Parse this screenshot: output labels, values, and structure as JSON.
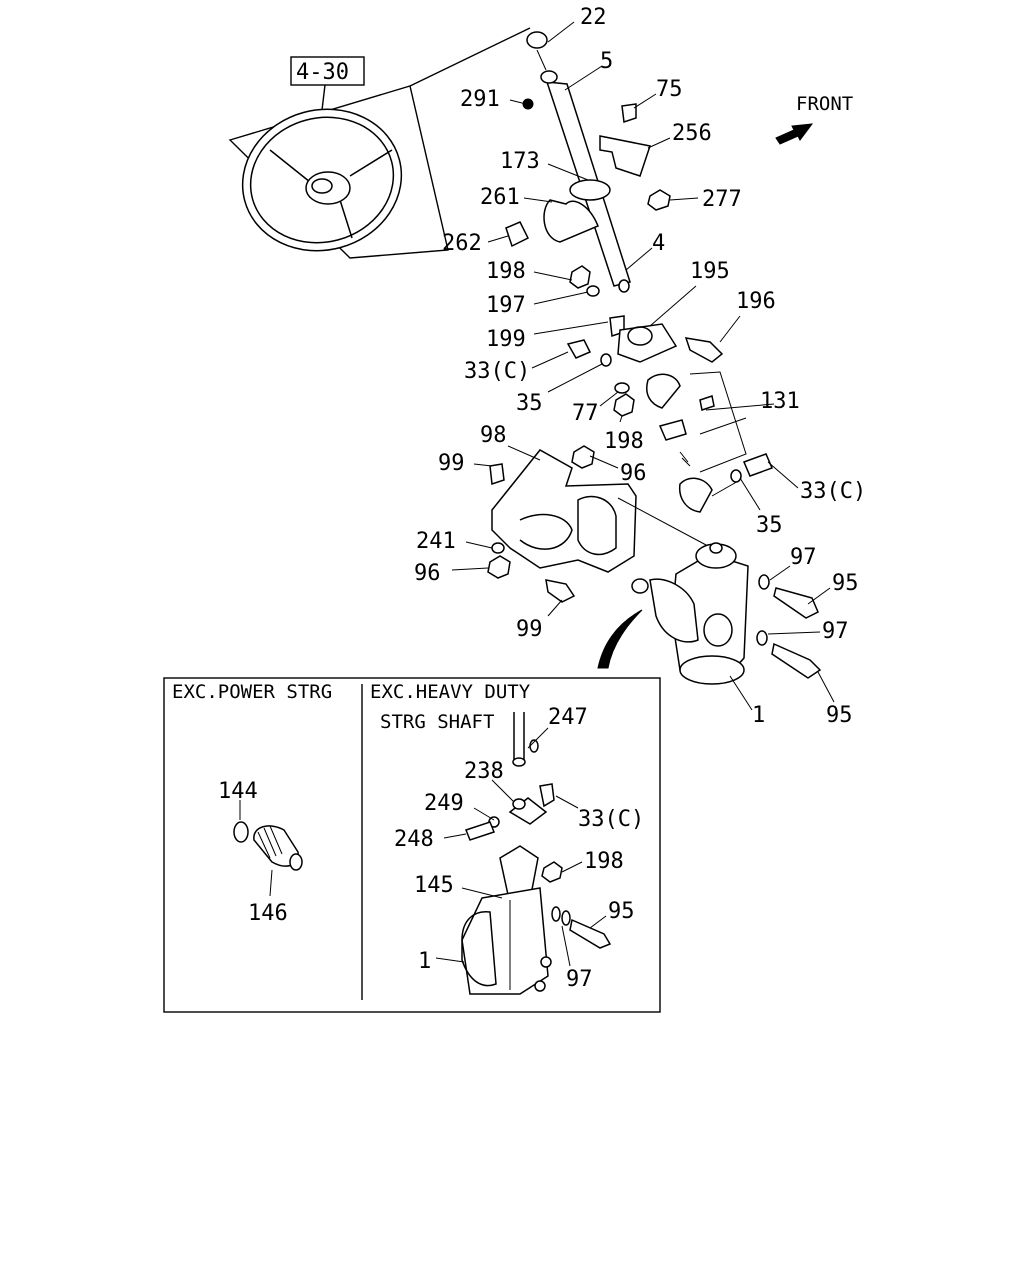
{
  "diagram": {
    "ref_box": "4-30",
    "front_label": "FRONT",
    "callouts": {
      "c22": "22",
      "c5": "5",
      "c291": "291",
      "c75": "75",
      "c256": "256",
      "c173": "173",
      "c261": "261",
      "c277": "277",
      "c262": "262",
      "c4": "4",
      "c198a": "198",
      "c195": "195",
      "c197": "197",
      "c196": "196",
      "c199": "199",
      "c33a": "33(C)",
      "c35a": "35",
      "c77": "77",
      "c131": "131",
      "c198b": "198",
      "c98": "98",
      "c99a": "99",
      "c96a": "96",
      "c33b": "33(C)",
      "c35b": "35",
      "c241": "241",
      "c96b": "96",
      "c97a": "97",
      "c95a": "95",
      "c99b": "99",
      "c97b": "97",
      "c1a": "1",
      "c95b": "95"
    },
    "inset": {
      "left_title": "EXC.POWER STRG",
      "right_title": "EXC.HEAVY DUTY",
      "right_subtitle": "STRG SHAFT",
      "callouts": {
        "c247": "247",
        "c238": "238",
        "c144": "144",
        "c249": "249",
        "c33": "33(C)",
        "c248": "248",
        "c198": "198",
        "c145": "145",
        "c146": "146",
        "c95": "95",
        "c1": "1",
        "c97": "97"
      }
    }
  }
}
